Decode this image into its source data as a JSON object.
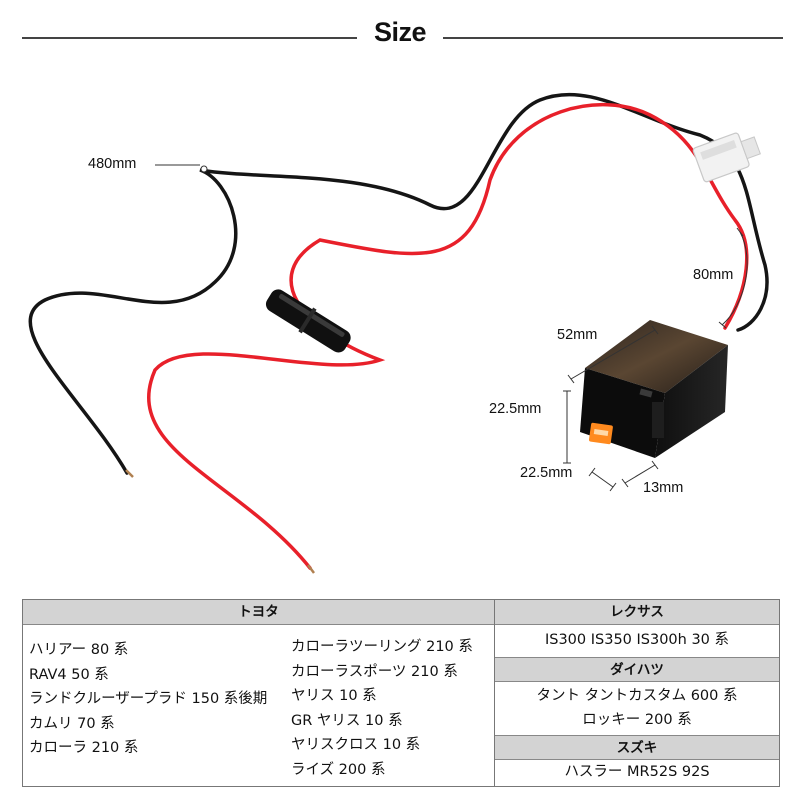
{
  "header": {
    "title": "Size"
  },
  "dimensions": {
    "cable_length": "480mm",
    "lead_length": "80mm",
    "width": "52mm",
    "height": "22.5mm",
    "depth": "22.5mm",
    "thickness": "13mm"
  },
  "colors": {
    "wire_red": "#e8202a",
    "wire_black": "#151515",
    "connector": "#f2f2f2",
    "usb_port": "#ff8a1e",
    "table_header": "#d3d3d3",
    "table_border": "#777777"
  },
  "table": {
    "toyota": {
      "header": "トヨタ",
      "models_col1": [
        "ハリアー 80 系",
        "RAV4 50 系",
        "ランドクルーザープラド 150 系後期",
        "カムリ 70 系",
        "カローラ 210 系"
      ],
      "models_col2": [
        "カローラツーリング 210 系",
        "カローラスポーツ 210 系",
        "ヤリス 10 系",
        "GR ヤリス 10 系",
        "ヤリスクロス 10 系",
        "ライズ 200 系"
      ]
    },
    "lexus": {
      "header": "レクサス",
      "models": [
        "IS300 IS350 IS300h 30 系"
      ]
    },
    "daihatsu": {
      "header": "ダイハツ",
      "models": [
        "タント タントカスタム 600 系",
        "ロッキー 200 系"
      ]
    },
    "suzuki": {
      "header": "スズキ",
      "models": [
        "ハスラー MR52S 92S"
      ]
    }
  }
}
